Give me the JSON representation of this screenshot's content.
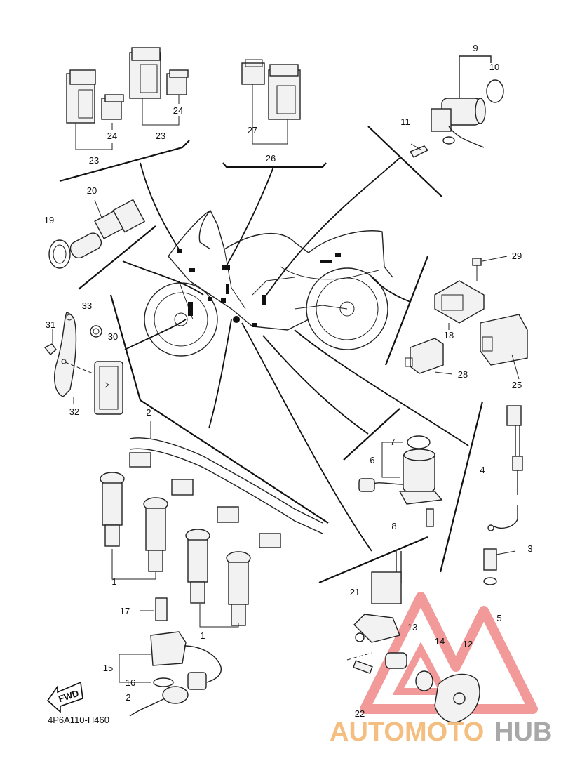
{
  "diagram_code": "4P6A110-H460",
  "fwd_label": "FWD",
  "watermark": {
    "part1": "AUTOMOTO",
    "part2": "HUB",
    "color1": "#f2b36a",
    "color2": "#9a9a9a",
    "logo_color": "#ee7777"
  },
  "callouts": {
    "c1a": "1",
    "c1b": "1",
    "c2a": "2",
    "c2b": "2",
    "c3": "3",
    "c4": "4",
    "c5": "5",
    "c6": "6",
    "c7": "7",
    "c8": "8",
    "c9": "9",
    "c10": "10",
    "c11": "11",
    "c12": "12",
    "c13": "13",
    "c14": "14",
    "c15": "15",
    "c16": "16",
    "c17": "17",
    "c18": "18",
    "c19": "19",
    "c20": "20",
    "c21": "21",
    "c22": "22",
    "c23a": "23",
    "c23b": "23",
    "c24a": "24",
    "c24b": "24",
    "c25": "25",
    "c26": "26",
    "c27": "27",
    "c28": "28",
    "c29": "29",
    "c30": "30",
    "c31": "31",
    "c32": "32",
    "c33": "33"
  }
}
